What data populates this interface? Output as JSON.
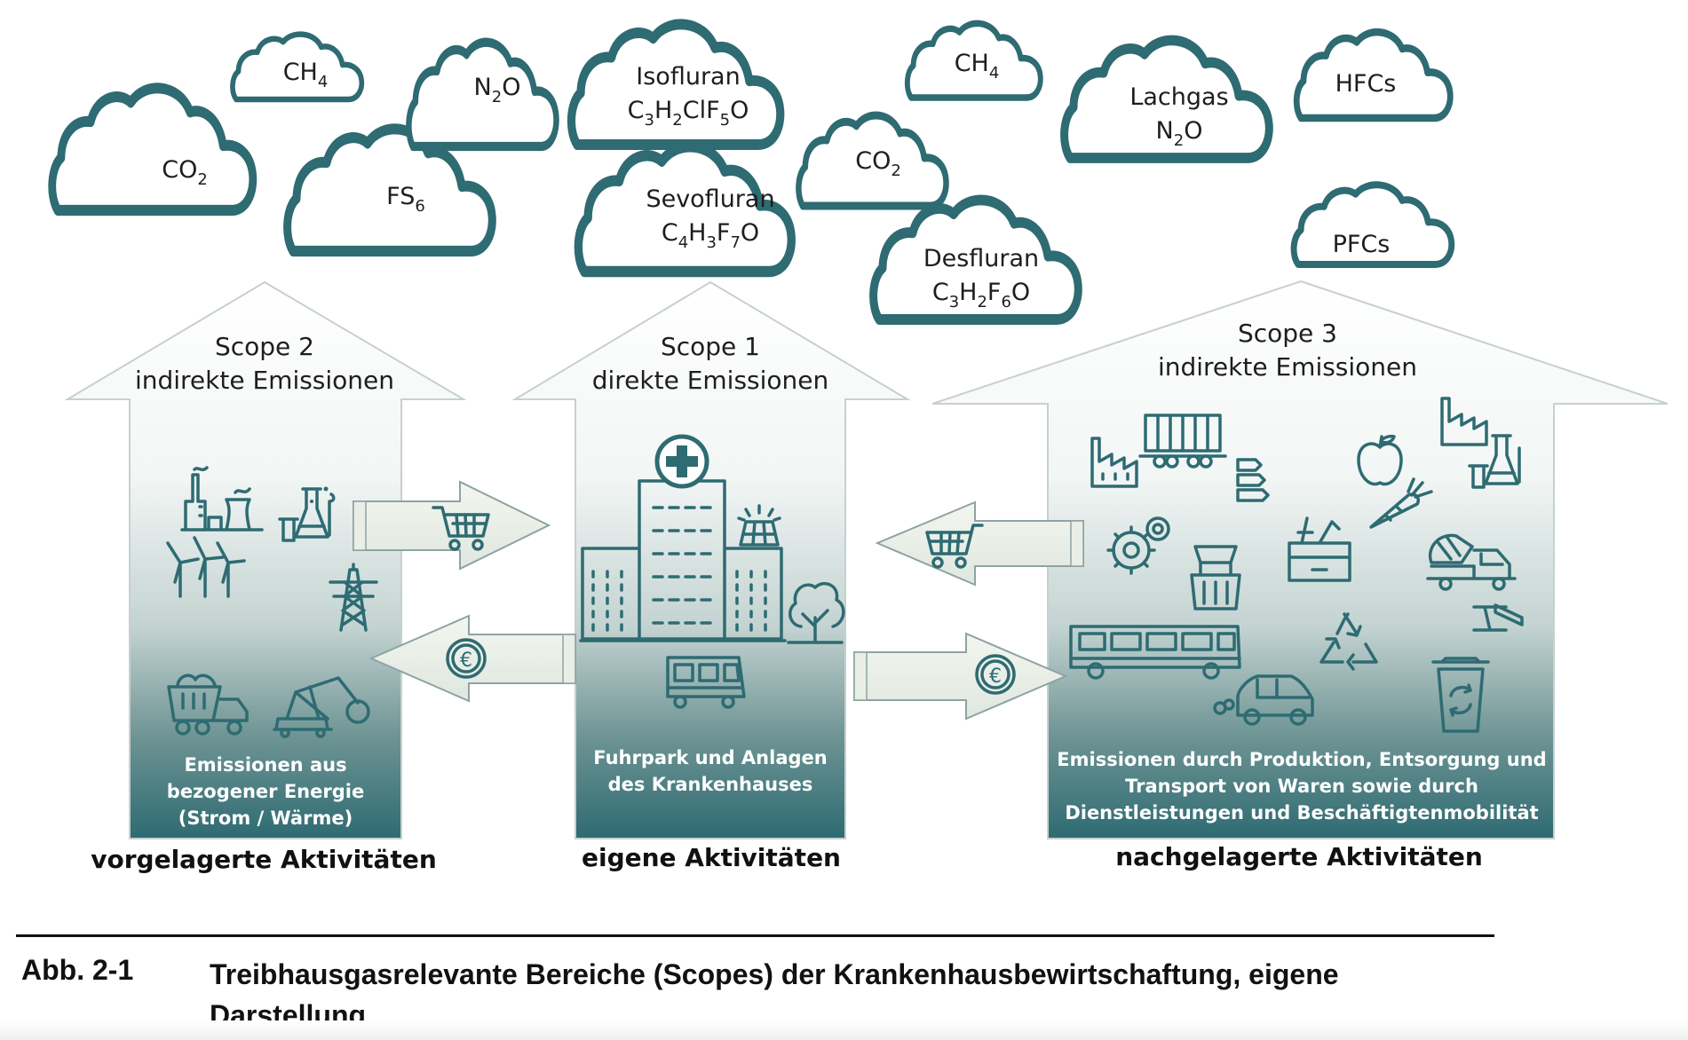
{
  "clouds": [
    {
      "id": "co2-left",
      "lines": [
        [
          "CO",
          "2",
          ""
        ]
      ]
    },
    {
      "id": "ch4-left",
      "lines": [
        [
          "CH",
          "4",
          ""
        ]
      ]
    },
    {
      "id": "fs6",
      "lines": [
        [
          "FS",
          "6",
          ""
        ]
      ]
    },
    {
      "id": "n2o",
      "lines": [
        [
          "N",
          "2",
          "O"
        ]
      ]
    },
    {
      "id": "isofluran",
      "lines": [
        [
          "Isofluran"
        ],
        [
          "C",
          "3",
          "H",
          "2",
          "ClF",
          "5",
          "O"
        ]
      ]
    },
    {
      "id": "sevofluran",
      "lines": [
        [
          "Sevofluran"
        ],
        [
          "C",
          "4",
          "H",
          "3",
          "F",
          "7",
          "O"
        ]
      ]
    },
    {
      "id": "ch4-right",
      "lines": [
        [
          "CH",
          "4",
          ""
        ]
      ]
    },
    {
      "id": "co2-right",
      "lines": [
        [
          "CO",
          "2",
          ""
        ]
      ]
    },
    {
      "id": "desfluran",
      "lines": [
        [
          "Desfluran"
        ],
        [
          "C",
          "3",
          "H",
          "2",
          "F",
          "6",
          "O"
        ]
      ]
    },
    {
      "id": "lachgas",
      "lines": [
        [
          "Lachgas"
        ],
        [
          "N",
          "2",
          "O"
        ]
      ]
    },
    {
      "id": "hfcs",
      "lines": [
        [
          "HFCs"
        ]
      ]
    },
    {
      "id": "pfcs",
      "lines": [
        [
          "PFCs"
        ]
      ]
    }
  ],
  "scopes": {
    "scope2": {
      "title": "Scope 2",
      "subtitle": "indirekte Emissionen",
      "description": [
        "Emissionen aus",
        "bezogener Energie",
        "(Strom / Wärme)"
      ],
      "activity": "vorgelagerte Aktivitäten"
    },
    "scope1": {
      "title": "Scope 1",
      "subtitle": "direkte Emissionen",
      "description": [
        "Fuhrpark und Anlagen",
        "des Krankenhauses"
      ],
      "activity": "eigene Aktivitäten"
    },
    "scope3": {
      "title": "Scope 3",
      "subtitle": "indirekte Emissionen",
      "description": [
        "Emissionen durch Produktion, Entsorgung und",
        "Transport von Waren sowie durch",
        "Dienstleistungen und Beschäftigtenmobilität"
      ],
      "activity": "nachgelagerte Aktivitäten"
    }
  },
  "euro_symbol": "€",
  "icons": {
    "scope2": [
      "power-plant-icon",
      "lab-flask-icon",
      "wind-turbine-icon",
      "power-pylon-icon",
      "coal-truck-icon",
      "excavator-icon"
    ],
    "scope1": [
      "hospital-building-icon",
      "medical-cross-icon",
      "solar-panel-icon",
      "tree-icon",
      "bus-icon"
    ],
    "scope3": [
      "factory-icon",
      "freight-wagon-icon",
      "energy-label-icon",
      "apple-icon",
      "carrot-icon",
      "lab-flask-icon",
      "gears-icon",
      "grinder-icon",
      "toolbox-icon",
      "cement-truck-icon",
      "bus-icon",
      "recycle-icon",
      "steel-beam-icon",
      "car-icon",
      "recycle-bin-icon"
    ],
    "flows": [
      "shopping-cart-icon",
      "euro-coin-icon"
    ]
  },
  "colors": {
    "teal": "#2e6b72",
    "house_top": "#ffffff",
    "house_bottom": "#2e6b72",
    "arrow_fill": "#e9efe6"
  },
  "caption": {
    "number": "Abb. 2-1",
    "title": "Treibhausgasrelevante Bereiche (Scopes) der Krankenhausbewirtschaftung, eigene Darstellung"
  }
}
